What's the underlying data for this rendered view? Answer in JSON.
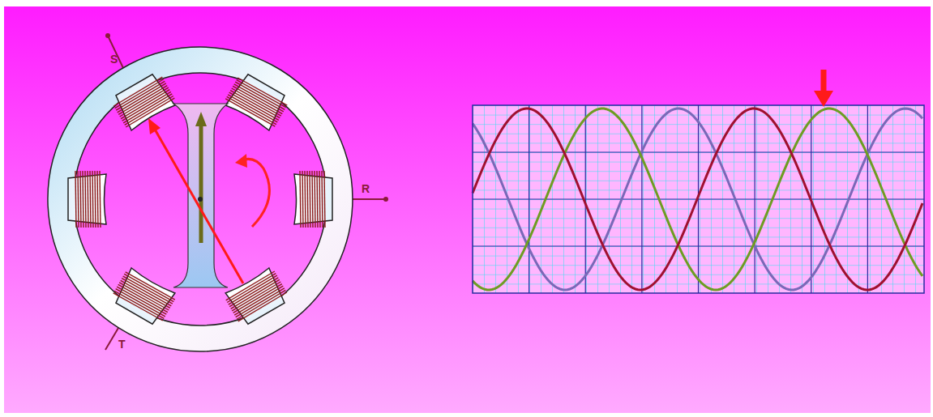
{
  "diagram": {
    "labels": [
      "S",
      "R",
      "T"
    ]
  }
}
